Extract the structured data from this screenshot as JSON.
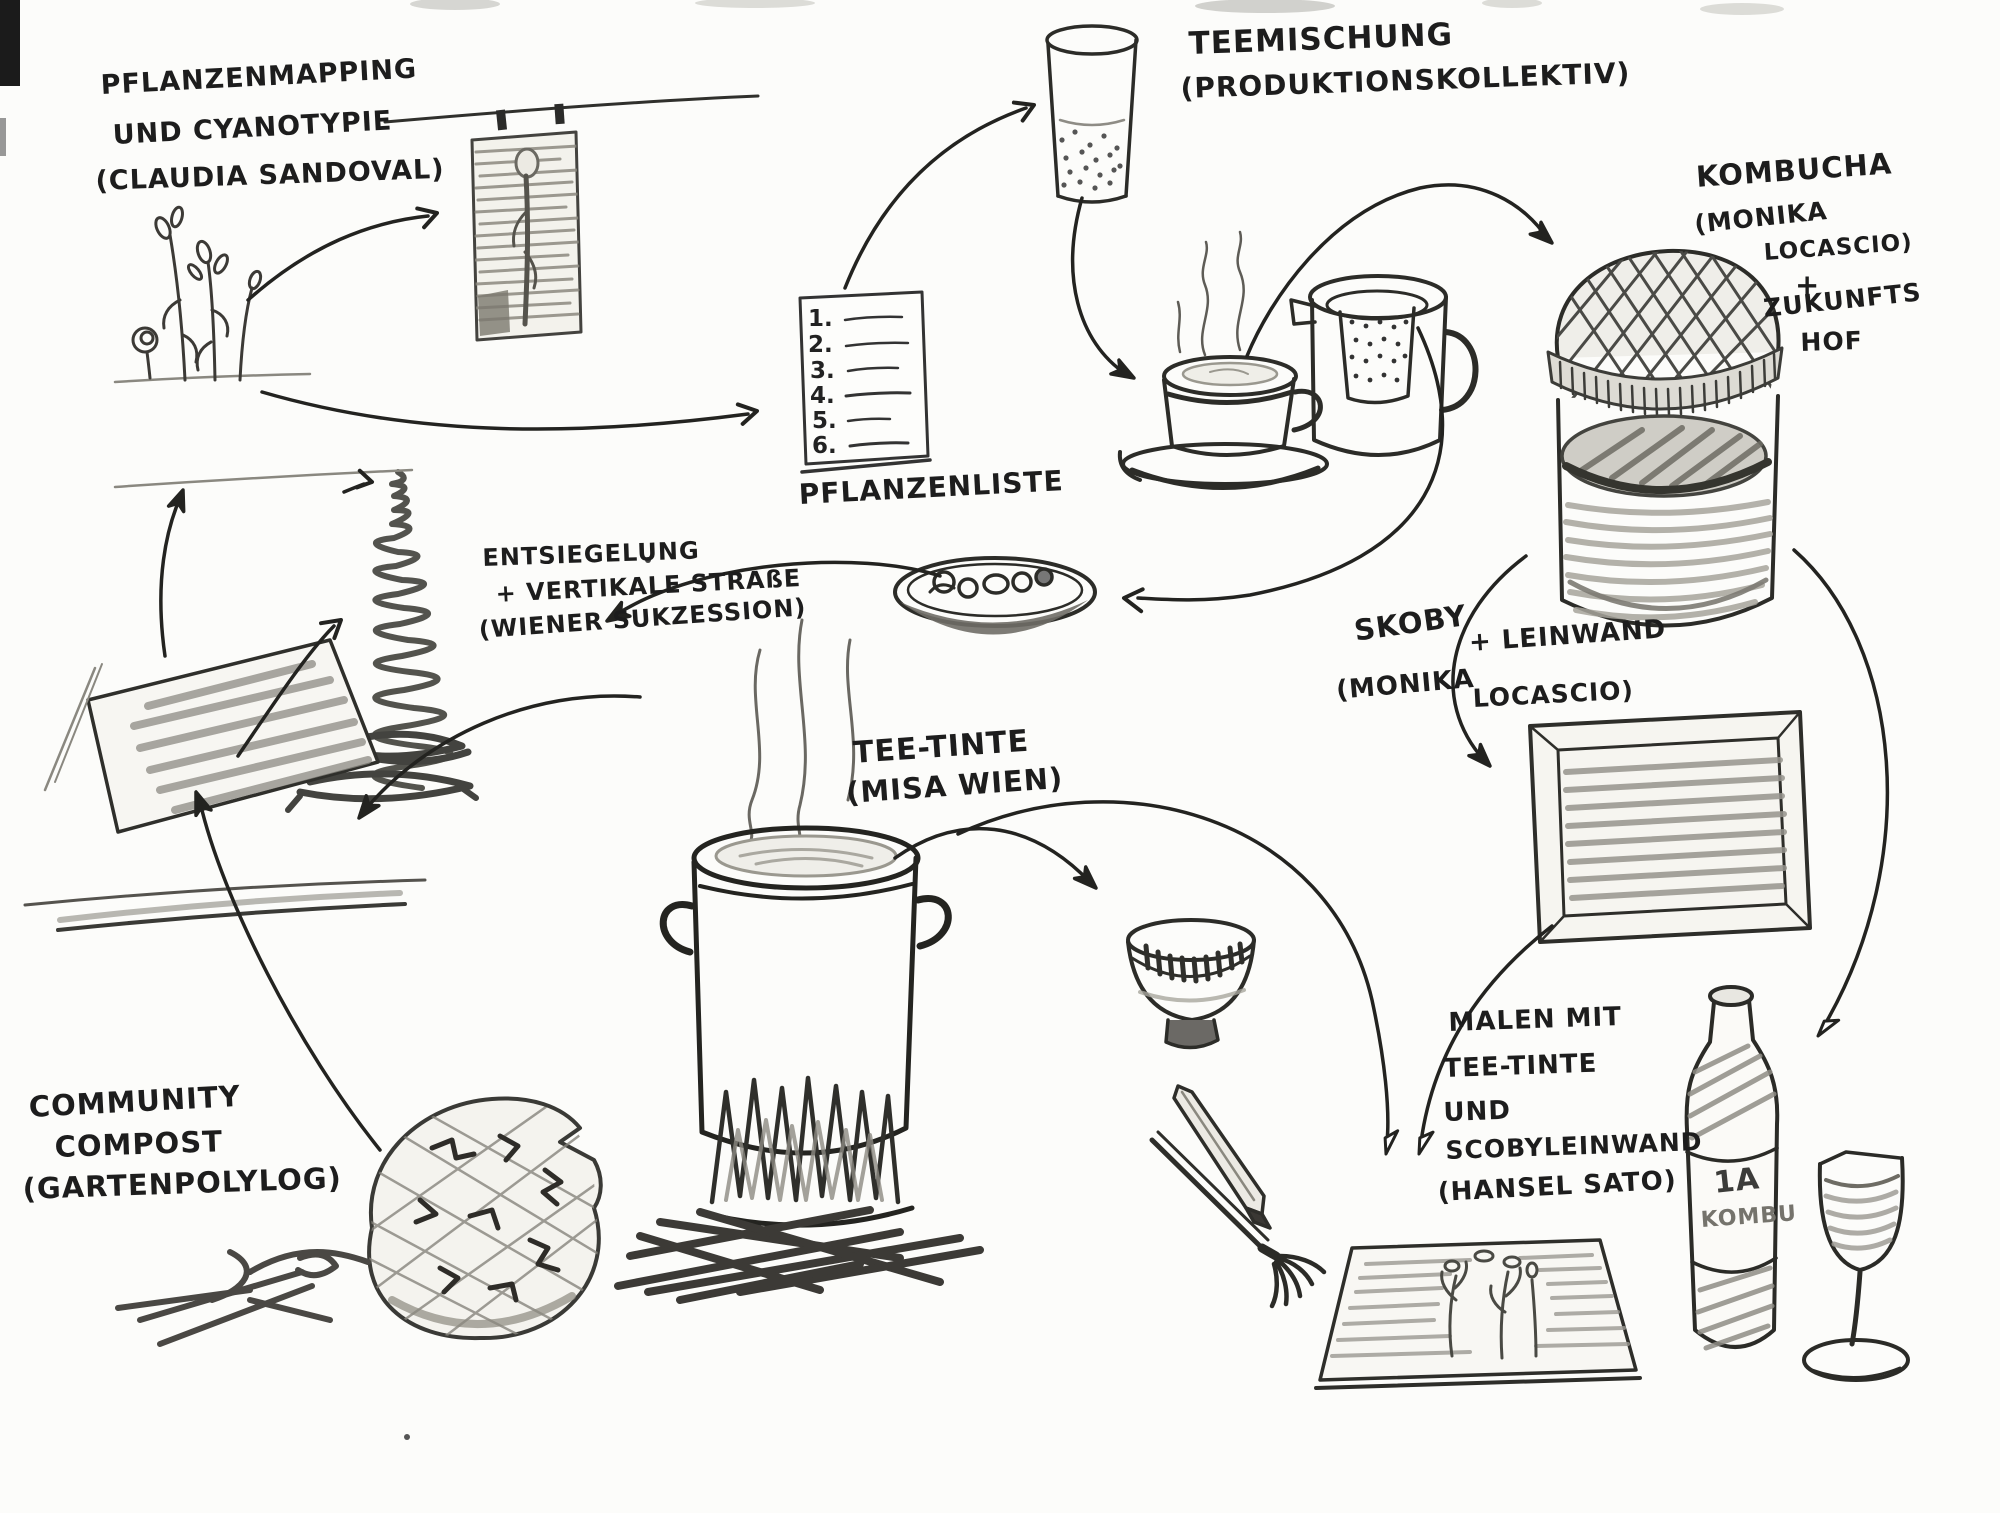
{
  "diagram_title": "Tee-Tinte / Kombucha process sketch",
  "colors": {
    "ink": "#262626",
    "pencil": "#8e8c85",
    "paper": "#fcfcfa"
  },
  "labels": {
    "pflanzenmapping": {
      "line1": "PFLANZENMAPPING",
      "line2": "UND CYANOTYPIE",
      "line3": "(CLAUDIA SANDOVAL)"
    },
    "teemischung": {
      "line1": "TEEMISCHUNG",
      "line2": "(PRODUKTIONSKOLLEKTIV)"
    },
    "kombucha": {
      "line1": "KOMBUCHA",
      "line2": "(MONIKA",
      "line3": "LOCASCIO)",
      "line4": "+",
      "line5": "ZUKUNFTS",
      "line6": "HOF"
    },
    "pflanzenliste": {
      "title": "PFLANZENLISTE",
      "items": [
        "1.",
        "2.",
        "3.",
        "4.",
        "5.",
        "6."
      ]
    },
    "entsiegelung": {
      "line1": "ENTSIEGELUNG",
      "line2": "+ VERTIKALE STRAßE",
      "line3": "(WIENER SUKZESSION)"
    },
    "skoby": {
      "line1": "SKOBY",
      "line2": "(MONIKA",
      "line3": "+ LEINWAND",
      "line4": "LOCASCIO)"
    },
    "tee_tinte": {
      "line1": "TEE-TINTE",
      "line2": "(MISA WIEN)"
    },
    "community": {
      "line1": "COMMUNITY",
      "line2": "COMPOST",
      "line3": "(GARTENPOLYLOG)"
    },
    "malen": {
      "line1": "MALEN MIT",
      "line2": "TEE-TINTE",
      "line3": "UND",
      "line4": "SCOBYLEINWAND",
      "line5": "(HANSEL SATO)"
    },
    "bottle": {
      "line1": "1A",
      "line2": "KOMBU"
    }
  }
}
